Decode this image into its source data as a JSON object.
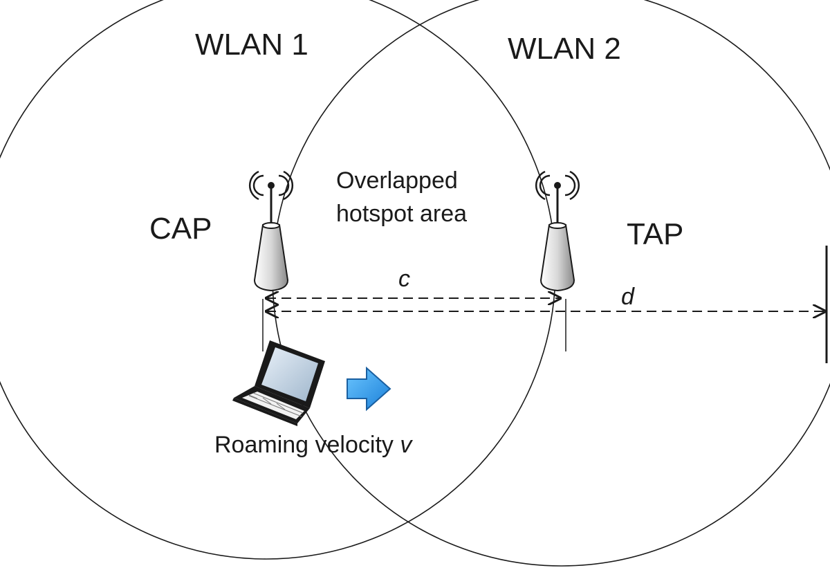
{
  "networks": [
    {
      "label": "WLAN 1"
    },
    {
      "label": "WLAN 2"
    }
  ],
  "access_points": {
    "current": "CAP",
    "target": "TAP"
  },
  "overlap_label_line1": "Overlapped",
  "overlap_label_line2": "hotspot area",
  "distance_labels": {
    "c": "c",
    "d": "d"
  },
  "roaming_label": "Roaming velocity",
  "velocity_symbol": "v",
  "colors": {
    "line": "#1a1a1a",
    "arrow_fill": "#2b9be8",
    "arrow_stroke": "#1a5fa0",
    "background": "#ffffff"
  }
}
